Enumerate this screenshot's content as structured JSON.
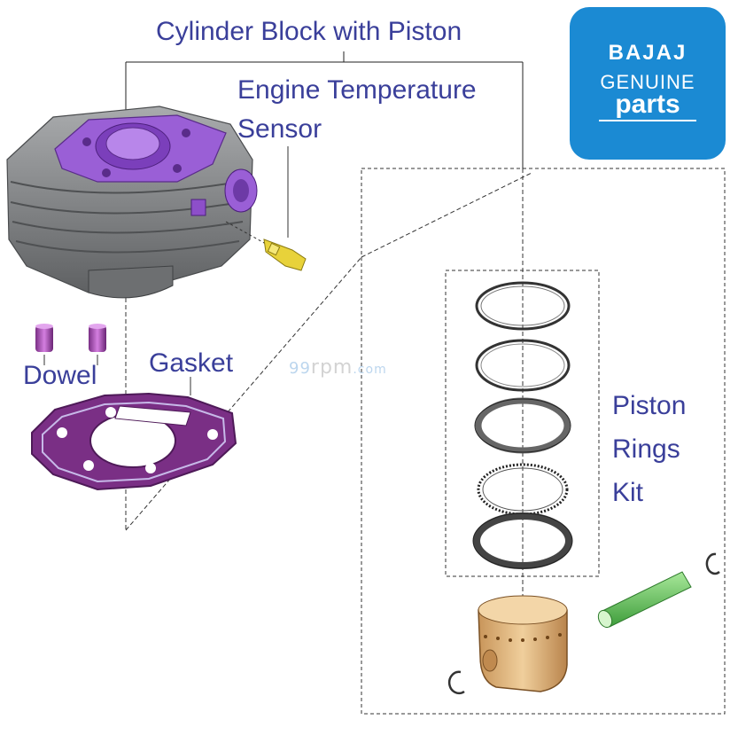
{
  "labels": {
    "cylinder_block": "Cylinder Block with Piston",
    "engine_temp_sensor_line1": "Engine Temperature",
    "engine_temp_sensor_line2": "Sensor",
    "dowel": "Dowel",
    "gasket": "Gasket",
    "piston_rings_line1": "Piston",
    "piston_rings_line2": "Rings",
    "piston_rings_line3": "Kit"
  },
  "logo": {
    "brand": "BAJAJ",
    "line2": "GENUINE",
    "line3": "parts"
  },
  "watermark": {
    "prefix": "99",
    "middle": "rpm",
    "suffix": ".com"
  },
  "colors": {
    "label": "#3a3f9a",
    "logo_bg": "#1b8ad3",
    "cylinder_gray": "#8a8c8e",
    "purple": "#8d4fc9",
    "gasket": "#6b2a78",
    "piston": "#d9b07a",
    "pin": "#6cc865",
    "sensor": "#e8d23a"
  }
}
